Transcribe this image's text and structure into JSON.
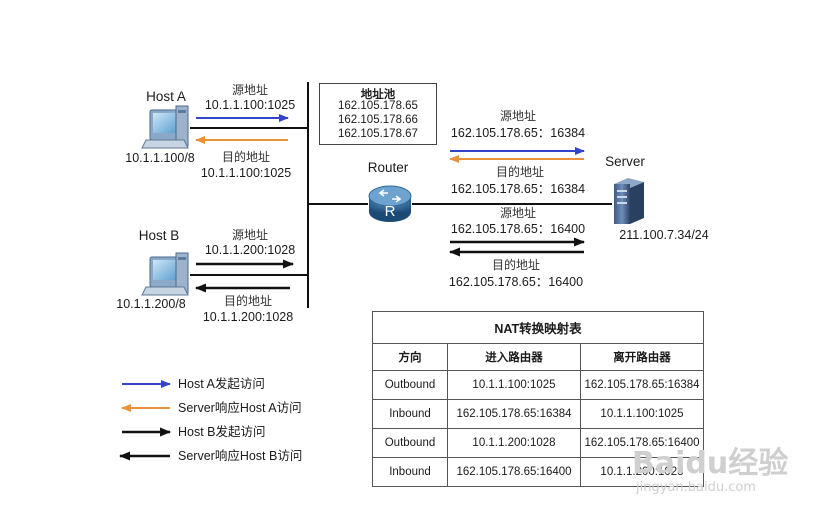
{
  "pool": {
    "title": "地址池",
    "addresses": [
      "162.105.178.65",
      "162.105.178.66",
      "162.105.178.67"
    ]
  },
  "host_a": {
    "name": "Host A",
    "ip": "10.1.1.100/8"
  },
  "host_b": {
    "name": "Host B",
    "ip": "10.1.1.200/8"
  },
  "router": {
    "name": "Router"
  },
  "server": {
    "name": "Server",
    "ip": "211.100.7.34/24"
  },
  "flows": {
    "a_src_label": "源地址",
    "a_src_value": "10.1.1.100:1025",
    "a_dst_label": "目的地址",
    "a_dst_value": "10.1.1.100:1025",
    "b_src_label": "源地址",
    "b_src_value": "10.1.1.200:1028",
    "b_dst_label": "目的地址",
    "b_dst_value": "10.1.1.200:1028",
    "wan_a_src_label": "源地址",
    "wan_a_src_value": "162.105.178.65：16384",
    "wan_a_dst_label": "目的地址",
    "wan_a_dst_value": "162.105.178.65：16384",
    "wan_b_src_label": "源地址",
    "wan_b_src_value": "162.105.178.65：16400",
    "wan_b_dst_label": "目的地址",
    "wan_b_dst_value": "162.105.178.65：16400"
  },
  "legend": [
    {
      "label": "Host A发起访问",
      "color": "#3344cc",
      "direction": "right"
    },
    {
      "label": "Server响应Host A访问",
      "color": "#e8923a",
      "direction": "left"
    },
    {
      "label": "Host B发起访问",
      "color": "#111111",
      "direction": "right"
    },
    {
      "label": "Server响应Host B访问",
      "color": "#111111",
      "direction": "left"
    }
  ],
  "nat_table": {
    "title": "NAT转换映射表",
    "headers": [
      "方向",
      "进入路由器",
      "离开路由器"
    ],
    "rows": [
      [
        "Outbound",
        "10.1.1.100:1025",
        "162.105.178.65:16384"
      ],
      [
        "Inbound",
        "162.105.178.65:16384",
        "10.1.1.100:1025"
      ],
      [
        "Outbound",
        "10.1.1.200:1028",
        "162.105.178.65:16400"
      ],
      [
        "Inbound",
        "162.105.178.65:16400",
        "10.1.1.200:1028"
      ]
    ]
  },
  "watermark": {
    "brand": "Baidu经验",
    "url": "jingyan.baidu.com"
  },
  "colors": {
    "blue_arrow": "#3344cc",
    "orange_arrow": "#e8923a",
    "black_arrow": "#111111",
    "router_blue": "#2f6a9a"
  }
}
